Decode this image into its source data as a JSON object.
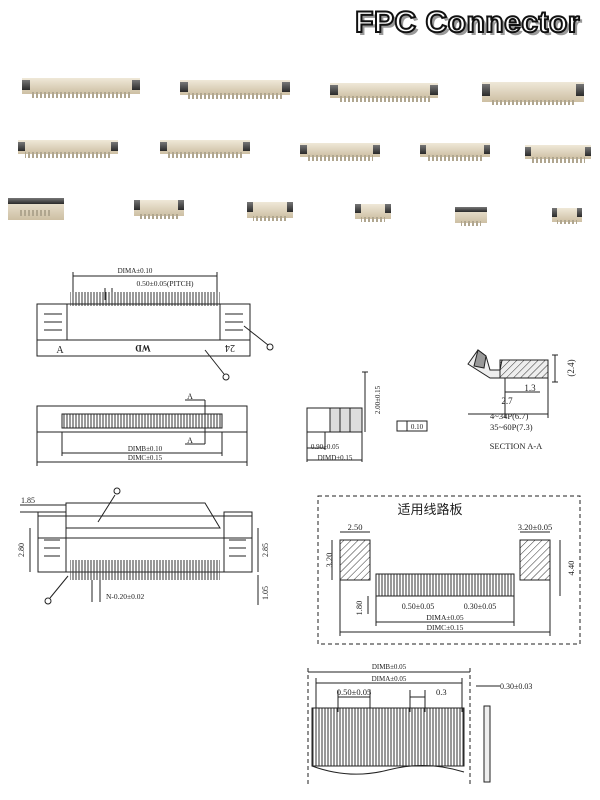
{
  "title": "FPC Connector",
  "drawing1": {
    "dim_a": "DIMA±0.10",
    "pitch": "0.50±0.05(PITCH)",
    "mark_a": "A",
    "mark_wd": "WD",
    "mark_24": "24"
  },
  "drawing2": {
    "section_top": "A",
    "section_bottom": "A",
    "dim_b": "DIMB±0.10",
    "dim_c": "DIMC±0.15"
  },
  "drawing3": {
    "height": "2.00±0.15",
    "flatness": "0.10",
    "width": "0.90±0.05",
    "dim_d": "DIMD±0.15"
  },
  "drawing4": {
    "height_right": "(2.4)",
    "offset": "1.3",
    "width": "2.7",
    "range1": "4~34P(6.7)",
    "range2": "35~60P(7.3)",
    "caption": "SECTION  A-A"
  },
  "drawing5": {
    "top": "1.85",
    "left": "2.80",
    "right": "2.85",
    "bottom": "1.05",
    "pin": "N-0.20±0.02"
  },
  "drawing6": {
    "heading": "适用线路板",
    "top_left": "2.50",
    "top_right": "3.20±0.05",
    "left": "3.20",
    "right": "4.40",
    "bottom_left": "1.80",
    "pitch": "0.50±0.05",
    "pad": "0.30±0.05",
    "dim_a": "DIMA±0.05",
    "dim_c": "DIMC±0.15"
  },
  "drawing7": {
    "dim_b": "DIMB±0.05",
    "dim_a": "DIMA±0.05",
    "pitch": "0.50±0.05",
    "pad": "0.3",
    "thickness": "0.30±0.03"
  }
}
